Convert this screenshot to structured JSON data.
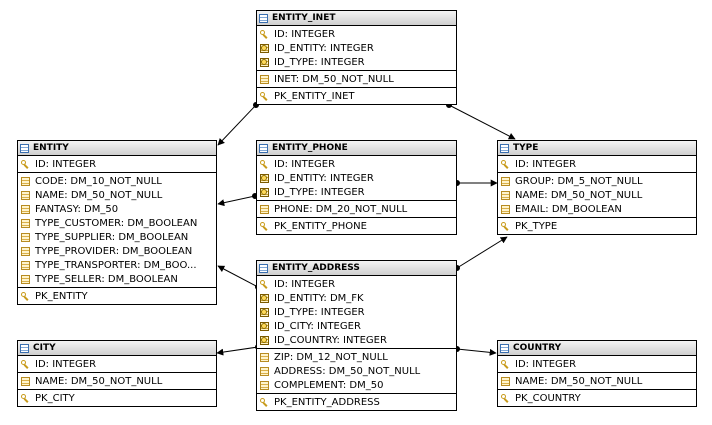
{
  "tables": {
    "entity_inet": {
      "title": "ENTITY_INET",
      "pk_cols": [
        "ID: INTEGER"
      ],
      "fk_cols": [
        "ID_ENTITY: INTEGER",
        "ID_TYPE: INTEGER"
      ],
      "cols": [
        "INET: DM_50_NOT_NULL"
      ],
      "constraints": [
        "PK_ENTITY_INET"
      ]
    },
    "entity": {
      "title": "ENTITY",
      "pk_cols": [
        "ID: INTEGER"
      ],
      "fk_cols": [],
      "cols": [
        "CODE: DM_10_NOT_NULL",
        "NAME: DM_50_NOT_NULL",
        "FANTASY: DM_50",
        "TYPE_CUSTOMER: DM_BOOLEAN",
        "TYPE_SUPPLIER: DM_BOOLEAN",
        "TYPE_PROVIDER: DM_BOOLEAN",
        "TYPE_TRANSPORTER: DM_BOO...",
        "TYPE_SELLER: DM_BOOLEAN"
      ],
      "constraints": [
        "PK_ENTITY"
      ]
    },
    "entity_phone": {
      "title": "ENTITY_PHONE",
      "pk_cols": [
        "ID: INTEGER"
      ],
      "fk_cols": [
        "ID_ENTITY: INTEGER",
        "ID_TYPE: INTEGER"
      ],
      "cols": [
        "PHONE: DM_20_NOT_NULL"
      ],
      "constraints": [
        "PK_ENTITY_PHONE"
      ]
    },
    "type": {
      "title": "TYPE",
      "pk_cols": [
        "ID: INTEGER"
      ],
      "fk_cols": [],
      "cols": [
        "GROUP: DM_5_NOT_NULL",
        "NAME: DM_50_NOT_NULL",
        "EMAIL: DM_BOOLEAN"
      ],
      "constraints": [
        "PK_TYPE"
      ]
    },
    "entity_address": {
      "title": "ENTITY_ADDRESS",
      "pk_cols": [
        "ID: INTEGER"
      ],
      "fk_cols": [
        "ID_ENTITY: DM_FK",
        "ID_TYPE: INTEGER",
        "ID_CITY: INTEGER",
        "ID_COUNTRY: INTEGER"
      ],
      "cols": [
        "ZIP: DM_12_NOT_NULL",
        "ADDRESS: DM_50_NOT_NULL",
        "COMPLEMENT: DM_50"
      ],
      "constraints": [
        "PK_ENTITY_ADDRESS"
      ]
    },
    "city": {
      "title": "CITY",
      "pk_cols": [
        "ID: INTEGER"
      ],
      "fk_cols": [],
      "cols": [
        "NAME: DM_50_NOT_NULL"
      ],
      "constraints": [
        "PK_CITY"
      ]
    },
    "country": {
      "title": "COUNTRY",
      "pk_cols": [
        "ID: INTEGER"
      ],
      "fk_cols": [],
      "cols": [
        "NAME: DM_50_NOT_NULL"
      ],
      "constraints": [
        "PK_COUNTRY"
      ]
    }
  },
  "colors": {
    "border": "#000000",
    "header_top": "#f4f4f4",
    "header_bottom": "#cfcfcf",
    "key_icon": "#c89b1c",
    "table_icon": "#3a6fb0"
  },
  "icons": {
    "table": "table-icon",
    "primary_key": "key-icon",
    "foreign_key": "foreign-key-icon",
    "column": "column-icon"
  }
}
